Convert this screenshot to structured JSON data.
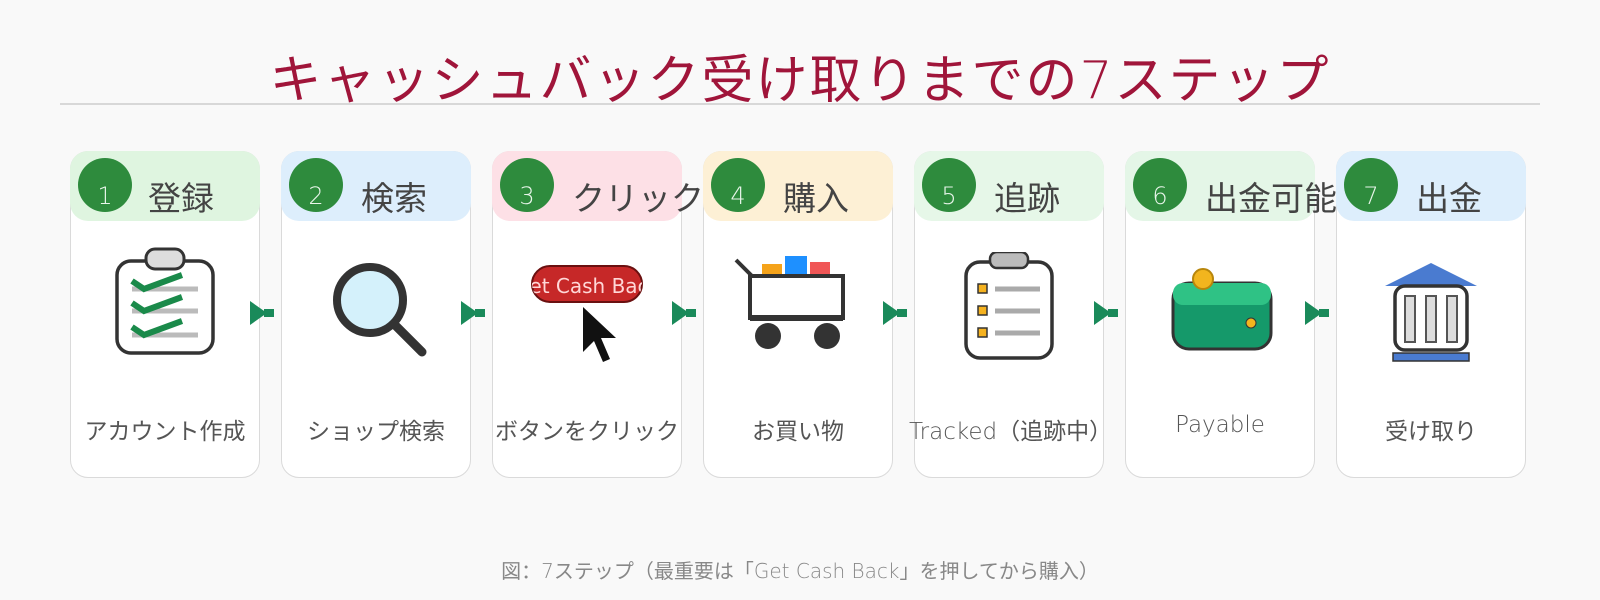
{
  "title": "キャッシュバック受け取りまでの7ステップ",
  "steps": [
    {
      "num": "1",
      "title": "登録",
      "desc": "アカウント作成",
      "band": "#dff5e0",
      "icon": "clipboard-check-icon"
    },
    {
      "num": "2",
      "title": "検索",
      "desc": "ショップ検索",
      "band": "#ddeefc",
      "icon": "magnifier-icon"
    },
    {
      "num": "3",
      "title": "クリック",
      "desc": "ボタンをクリック",
      "band": "#fde0e6",
      "icon": "cashback-button-icon",
      "button_text": "Get Cash Back"
    },
    {
      "num": "4",
      "title": "購入",
      "desc": "お買い物",
      "band": "#fdf0d5",
      "icon": "shopping-cart-icon"
    },
    {
      "num": "5",
      "title": "追跡",
      "desc": "Tracked（追跡中）",
      "band": "#e6f7e8",
      "icon": "tracking-list-icon"
    },
    {
      "num": "6",
      "title": "出金可能",
      "desc": "Payable",
      "band": "#e4f6e7",
      "icon": "wallet-icon"
    },
    {
      "num": "7",
      "title": "出金",
      "desc": "受け取り",
      "band": "#ddeefc",
      "icon": "bank-icon"
    }
  ],
  "colors": {
    "title": "#a0153a",
    "circle": "#2e8b3d",
    "arrow": "#1a8a5a",
    "button": "#c62828"
  },
  "caption": "図：7ステップ（最重要は「Get Cash Back」を押してから購入）"
}
